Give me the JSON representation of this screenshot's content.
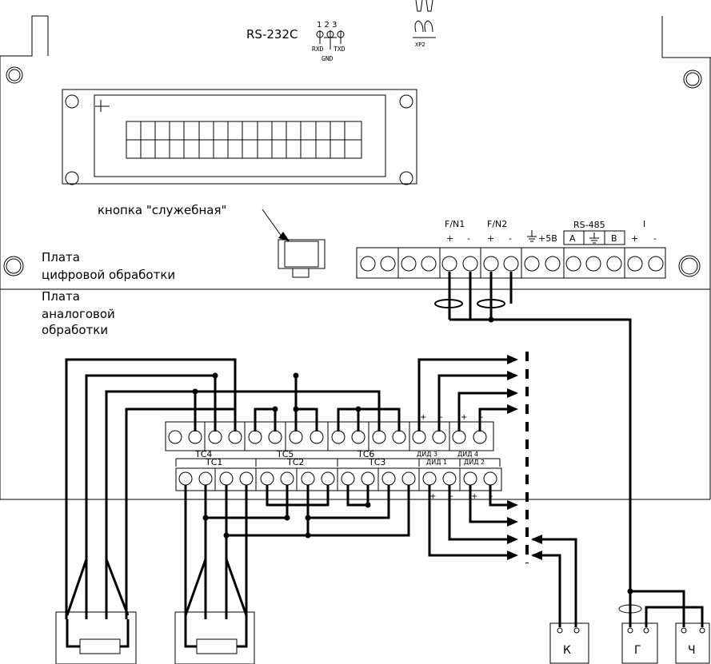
{
  "header": {
    "rs232": "RS-232C",
    "pins": "1 2 3",
    "rxd": "RXD",
    "txd": "TXD",
    "gnd": "GND",
    "xp2": "XP2"
  },
  "button_label": "кнопка \"служебная\"",
  "digital_board": {
    "line1": "Плата",
    "line2": "цифровой обработки"
  },
  "analog_board": {
    "line1": "Плата",
    "line2": "аналоговой",
    "line3": "обработки"
  },
  "terminals_top": {
    "fn1": "F/N1",
    "fn2": "F/N2",
    "plus5v": "+5В",
    "rs485": "RS-485",
    "a": "A",
    "b": "B",
    "current": "I",
    "plus": "+",
    "minus": "-"
  },
  "analog_upper": [
    "ТС4",
    "ТС5",
    "ТС6",
    "ДИД 3",
    "ДИД 4"
  ],
  "analog_lower": [
    "ТС1",
    "ТС2",
    "ТС3",
    "ДИД 1",
    "ДИД 2"
  ],
  "devices": {
    "k": "К",
    "g": "Г",
    "ch": "Ч"
  },
  "pole": {
    "plus": "+",
    "minus": "-"
  }
}
